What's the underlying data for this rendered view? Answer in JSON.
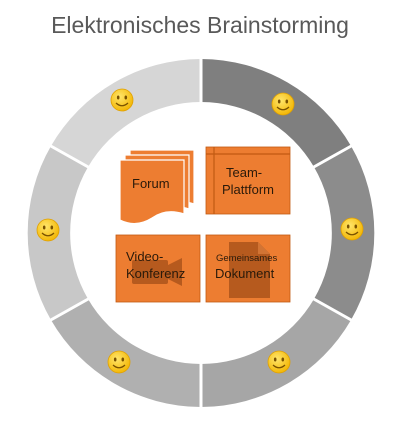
{
  "title": "Elektronisches Brainstorming",
  "colors": {
    "tile": "#ED7D31",
    "tile_border": "#C15A12",
    "icon_shadow": "#B65A1E",
    "smiley": "#FFC000",
    "ring_dark_1": "#7F7F7F",
    "ring_dark_2": "#8C8C8C",
    "ring_mid_1": "#A6A6A6",
    "ring_mid_2": "#B0B0B0",
    "ring_light_1": "#C8C8C8",
    "ring_light_2": "#D6D6D6"
  },
  "ring": {
    "segments": 6,
    "icon": "smiley-icon"
  },
  "tiles": [
    {
      "id": "forum",
      "lines": [
        "Forum"
      ],
      "icon": "stacked-pages-icon"
    },
    {
      "id": "team-plattform",
      "lines": [
        "Team-",
        "Plattform"
      ],
      "icon": "window-icon"
    },
    {
      "id": "video-konferenz",
      "lines": [
        "Video-",
        "Konferenz"
      ],
      "icon": "video-camera-icon"
    },
    {
      "id": "gemeinsames-dokument",
      "lines": [
        "Gemeinsames",
        "Dokument"
      ],
      "icon": "document-icon"
    }
  ]
}
